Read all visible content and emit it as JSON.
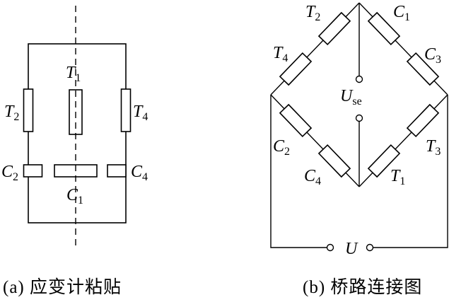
{
  "figure": {
    "colors": {
      "line": "#000000",
      "background": "#ffffff"
    },
    "panel_a": {
      "caption": "(a) 应变计粘贴",
      "labels": {
        "T1": {
          "base": "T",
          "sub": "1"
        },
        "T2": {
          "base": "T",
          "sub": "2"
        },
        "T4": {
          "base": "T",
          "sub": "4"
        },
        "C1": {
          "base": "C",
          "sub": "1"
        },
        "C2": {
          "base": "C",
          "sub": "2"
        },
        "C4": {
          "base": "C",
          "sub": "4"
        }
      }
    },
    "panel_b": {
      "caption": "(b) 桥路连接图",
      "labels": {
        "T2": {
          "base": "T",
          "sub": "2"
        },
        "C1": {
          "base": "C",
          "sub": "1"
        },
        "T4": {
          "base": "T",
          "sub": "4"
        },
        "C3": {
          "base": "C",
          "sub": "3"
        },
        "C2": {
          "base": "C",
          "sub": "2"
        },
        "T3": {
          "base": "T",
          "sub": "3"
        },
        "C4": {
          "base": "C",
          "sub": "4"
        },
        "T1": {
          "base": "T",
          "sub": "1"
        },
        "Use": {
          "base": "U",
          "sub": "se"
        },
        "U": {
          "base": "U",
          "sub": ""
        }
      }
    }
  }
}
